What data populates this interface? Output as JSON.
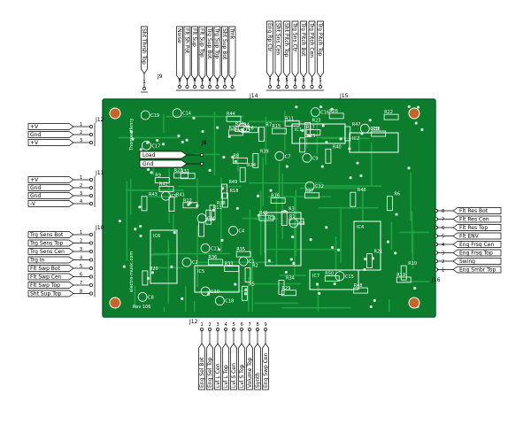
{
  "board": {
    "side_text": "Thomas Henry",
    "bottom_text": "electro-music.com",
    "rev_text": "Rev 106",
    "parts": [
      "R1",
      "R2",
      "R3",
      "R4",
      "R5",
      "R6",
      "R7",
      "R8",
      "R9",
      "R10",
      "R11",
      "R12",
      "R13",
      "R14",
      "R15",
      "R16",
      "R17",
      "R18",
      "R19",
      "R20",
      "R21",
      "R22",
      "R23",
      "R24",
      "R25",
      "R26",
      "R27",
      "R28",
      "R29",
      "R30",
      "R31",
      "R32",
      "R33",
      "R34",
      "R35",
      "R36",
      "R37",
      "R38",
      "R39",
      "R40",
      "R41",
      "R42",
      "R43",
      "R44",
      "R45",
      "R46",
      "R47",
      "R48",
      "R49",
      "R50"
    ],
    "chips": [
      "IC1",
      "IC2",
      "IC3",
      "IC4",
      "IC5",
      "IC6",
      "IC7"
    ],
    "caps": [
      "C1",
      "C2",
      "C3",
      "C4",
      "C5",
      "C6",
      "C7",
      "C8",
      "C9",
      "C10",
      "C11",
      "C12",
      "C13",
      "C14",
      "C15",
      "C16",
      "C17",
      "C18",
      "C19",
      "C20"
    ]
  },
  "connectors": {
    "j12": {
      "id": "J12",
      "labels": [
        "+V",
        "Gnd",
        "+V"
      ]
    },
    "j11": {
      "id": "J11",
      "labels": [
        "+V",
        "Gnd",
        "Gnd",
        "-V"
      ]
    },
    "j10": {
      "id": "J10",
      "labels": [
        "Trg Sens Bot",
        "Trg Sens Top",
        "Trg Sens Cen",
        "Trg In",
        "Flt Swp Bot",
        "Flt Swp Cen",
        "Flt Swp Top",
        "Sht Sup Top"
      ]
    },
    "j8": {
      "id": "J8",
      "labels": [
        "Load",
        "Gnd"
      ]
    },
    "j9": {
      "id": "J9",
      "labels": [
        "Sht Thrsh Top"
      ]
    },
    "j14": {
      "id": "J14",
      "labels": [
        "Noise",
        "Flt Sh Pot",
        "Flt Sup",
        "Flt Sup Top",
        "Trg Sup Bot",
        "Trg Sup Top",
        "Sht Sup Bot",
        "Trnk"
      ]
    },
    "j15": {
      "id": "J15",
      "labels": [
        "Eng Rp Ctr",
        "Sht Sns Cen",
        "Sht Pitch Top",
        "Trg Sns Ctr",
        "Trg Pitch Bot",
        "Trg Pitch Cen",
        "Trg Pitch Top"
      ]
    },
    "j12b": {
      "id": "J12",
      "labels": [
        "Eng Sel Bot",
        "Eng Sel Top",
        "Lvl L Cen",
        "Lvl L Top",
        "Lvl S Cen",
        "Lvl S Top",
        "Volume Top",
        "Synth",
        "Eng Swp Cen"
      ]
    },
    "j16": {
      "id": "J16",
      "labels": [
        "Flt Res Bot",
        "Flt Res Cen",
        "Flt Res Top",
        "Flt ENV",
        "Eng Frsq Cen",
        "Eng Frsq Top",
        "Swing",
        "Eng Smbr Top"
      ]
    }
  }
}
